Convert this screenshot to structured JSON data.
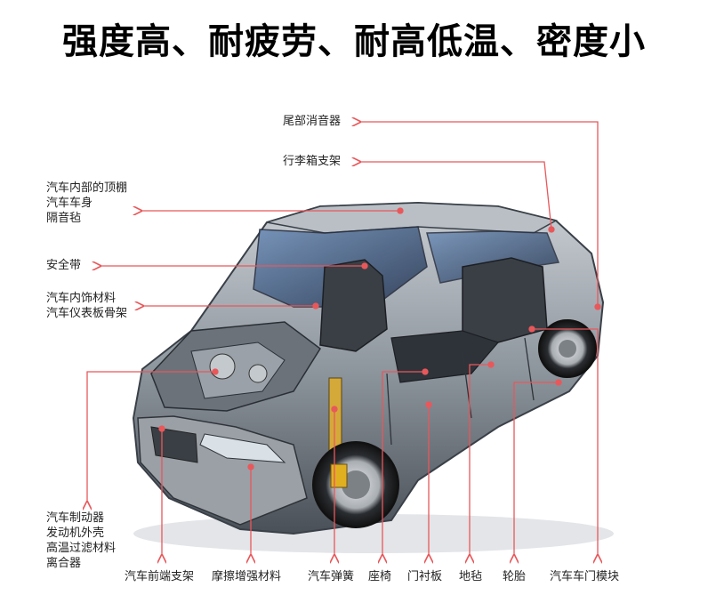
{
  "title": "强度高、耐疲劳、耐高低温、密度小",
  "colors": {
    "leader": "#e8585b",
    "text": "#222222",
    "car_body": "#8e969e",
    "car_dark": "#3a4048"
  },
  "labels": {
    "tail_muffler": "尾部消音器",
    "trunk_bracket": "行李箱支架",
    "roof_body": [
      "汽车内部的顶棚",
      "汽车车身",
      "隔音毡"
    ],
    "seatbelt": "安全带",
    "interior": [
      "汽车内饰材料",
      "汽车仪表板骨架"
    ],
    "brake_group": [
      "汽车制动器",
      "发动机外壳",
      "高温过滤材料",
      "离合器"
    ],
    "front_bracket": "汽车前端支架",
    "friction": "摩擦增强材料",
    "spring": "汽车弹簧",
    "seat": "座椅",
    "door_panel": "门衬板",
    "carpet": "地毡",
    "tire": "轮胎",
    "door_module": "汽车车门模块"
  }
}
